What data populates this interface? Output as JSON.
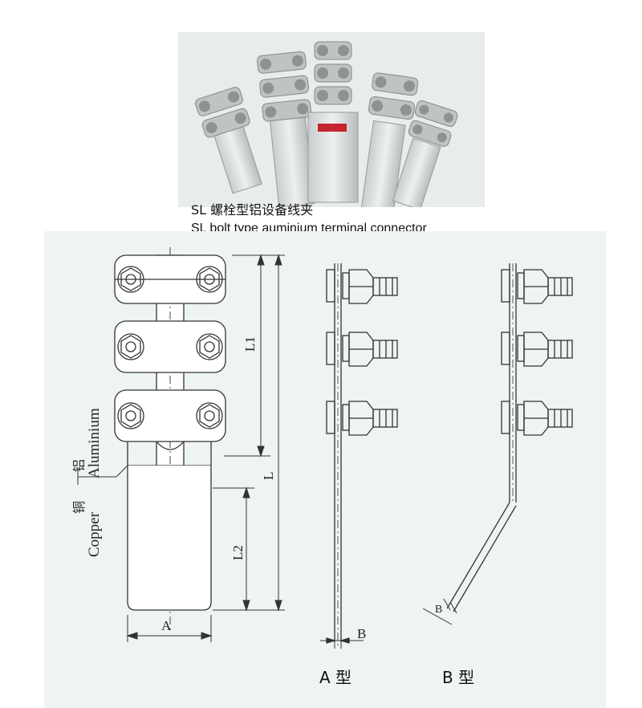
{
  "caption": {
    "cn": "SL 螺栓型铝设备线夹",
    "en": "SL bolt type auminium terminal connector"
  },
  "drawing": {
    "labels": {
      "aluminium": "Aluminium",
      "aluminium_cn": "铝",
      "copper": "Copper",
      "copper_cn": "铜",
      "dim_A": "A",
      "dim_B_a": "B",
      "dim_B_b": "B",
      "dim_L": "L",
      "dim_L1": "L1",
      "dim_L2": "L2"
    },
    "types": {
      "a": "A 型",
      "b": "B 型"
    }
  },
  "colors": {
    "line": "#333333",
    "photo_bg": "#e9ecec",
    "drawing_bg": "#edf4f2",
    "aluminium_part": "#cfd3d4",
    "copper_part": "#d8c9a8",
    "red_tag": "#c4262e"
  }
}
